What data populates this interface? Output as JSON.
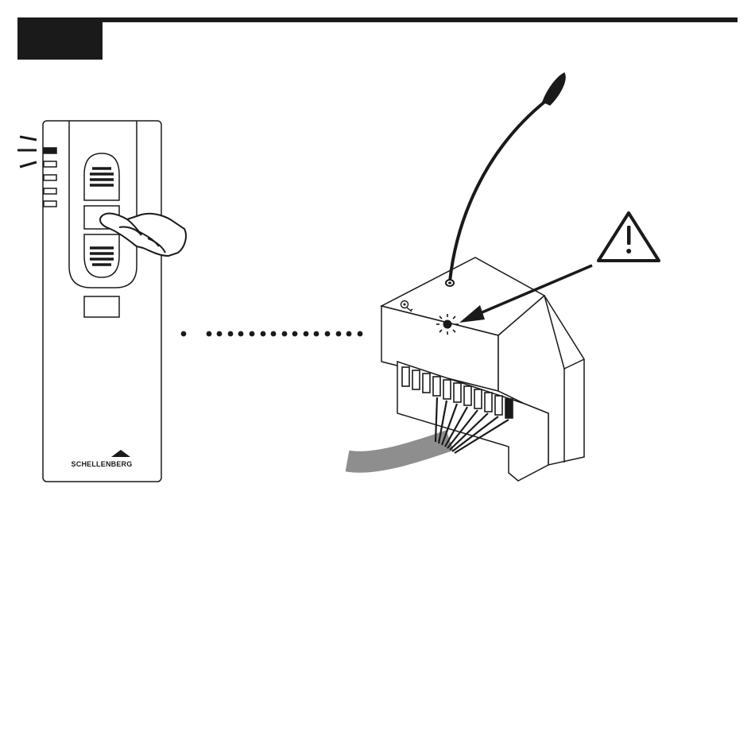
{
  "remote": {
    "brand": "SCHELLENBERG",
    "channel_indicators": 5,
    "active_channel": 1
  },
  "colors": {
    "ink": "#1a1a1a",
    "cable": "#8e8e8e",
    "background": "#ffffff"
  },
  "icons": {
    "warning": "warning-triangle-icon",
    "hand": "pointing-hand-icon",
    "led": "led-blink-icon",
    "key": "key-icon"
  }
}
